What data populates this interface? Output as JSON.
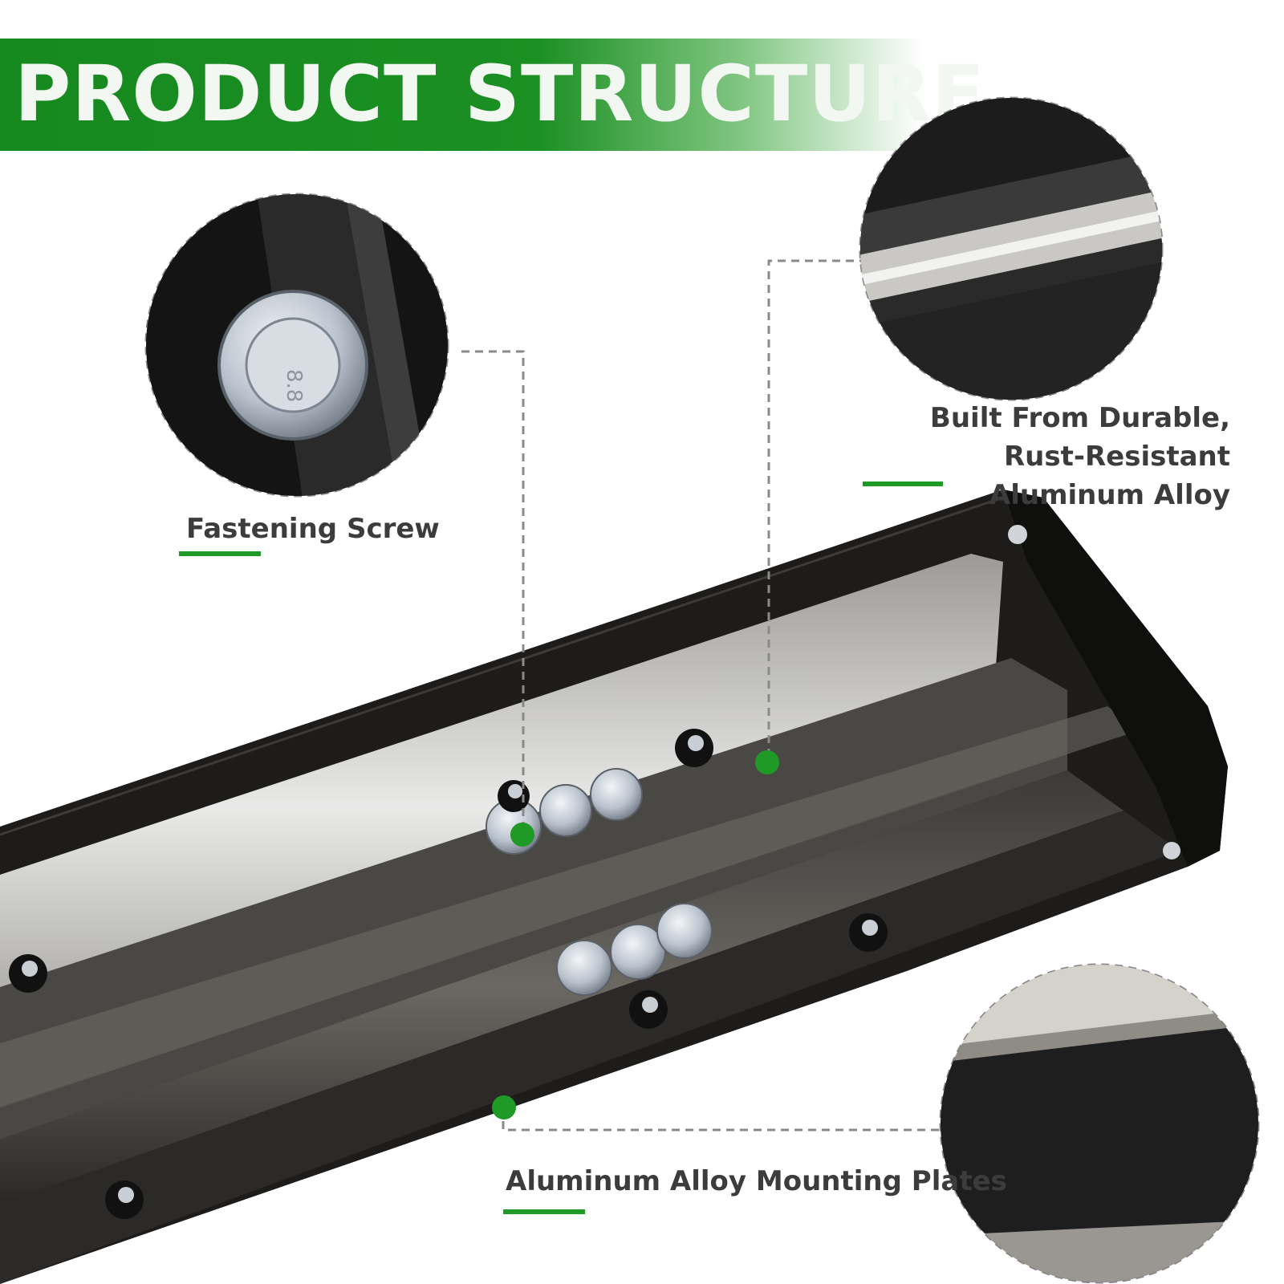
{
  "title": "PRODUCT STRUCTURE",
  "accent_color": "#1f9a26",
  "callouts": {
    "fastening_screw": "Fastening Screw",
    "durable_alloy": "Built From Durable, Rust-Resistant Aluminum Alloy",
    "mounting_plates": "Aluminum Alloy Mounting Plates"
  }
}
